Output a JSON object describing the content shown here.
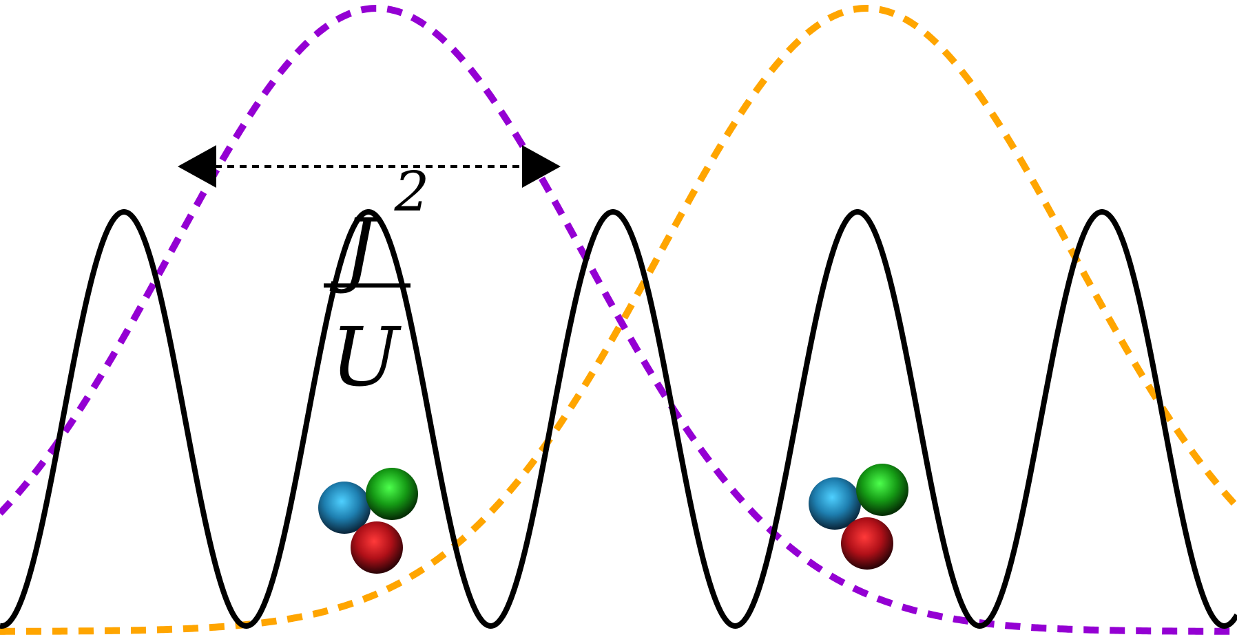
{
  "figure": {
    "annotation": {
      "numerator": "J",
      "exponent": "2",
      "denominator": "U"
    },
    "colors": {
      "lattice": "#000000",
      "wavefunction_left": "#9400d3",
      "wavefunction_right": "#ffa500",
      "arrow": "#000000",
      "particle_blue": "#1e90c8",
      "particle_green": "#1aa51a",
      "particle_red": "#c8141e"
    },
    "icons": {
      "particle_cluster": "three-colored-spheres",
      "double_arrow": "double-headed-arrow"
    }
  }
}
